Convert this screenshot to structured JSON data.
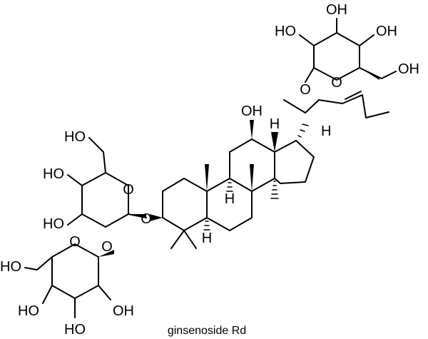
{
  "caption": "ginsenoside Rd",
  "atoms": {
    "hydroxyl": "OH",
    "hydroxyl_left": "HO",
    "oxygen": "O",
    "hydrogen": "H"
  }
}
